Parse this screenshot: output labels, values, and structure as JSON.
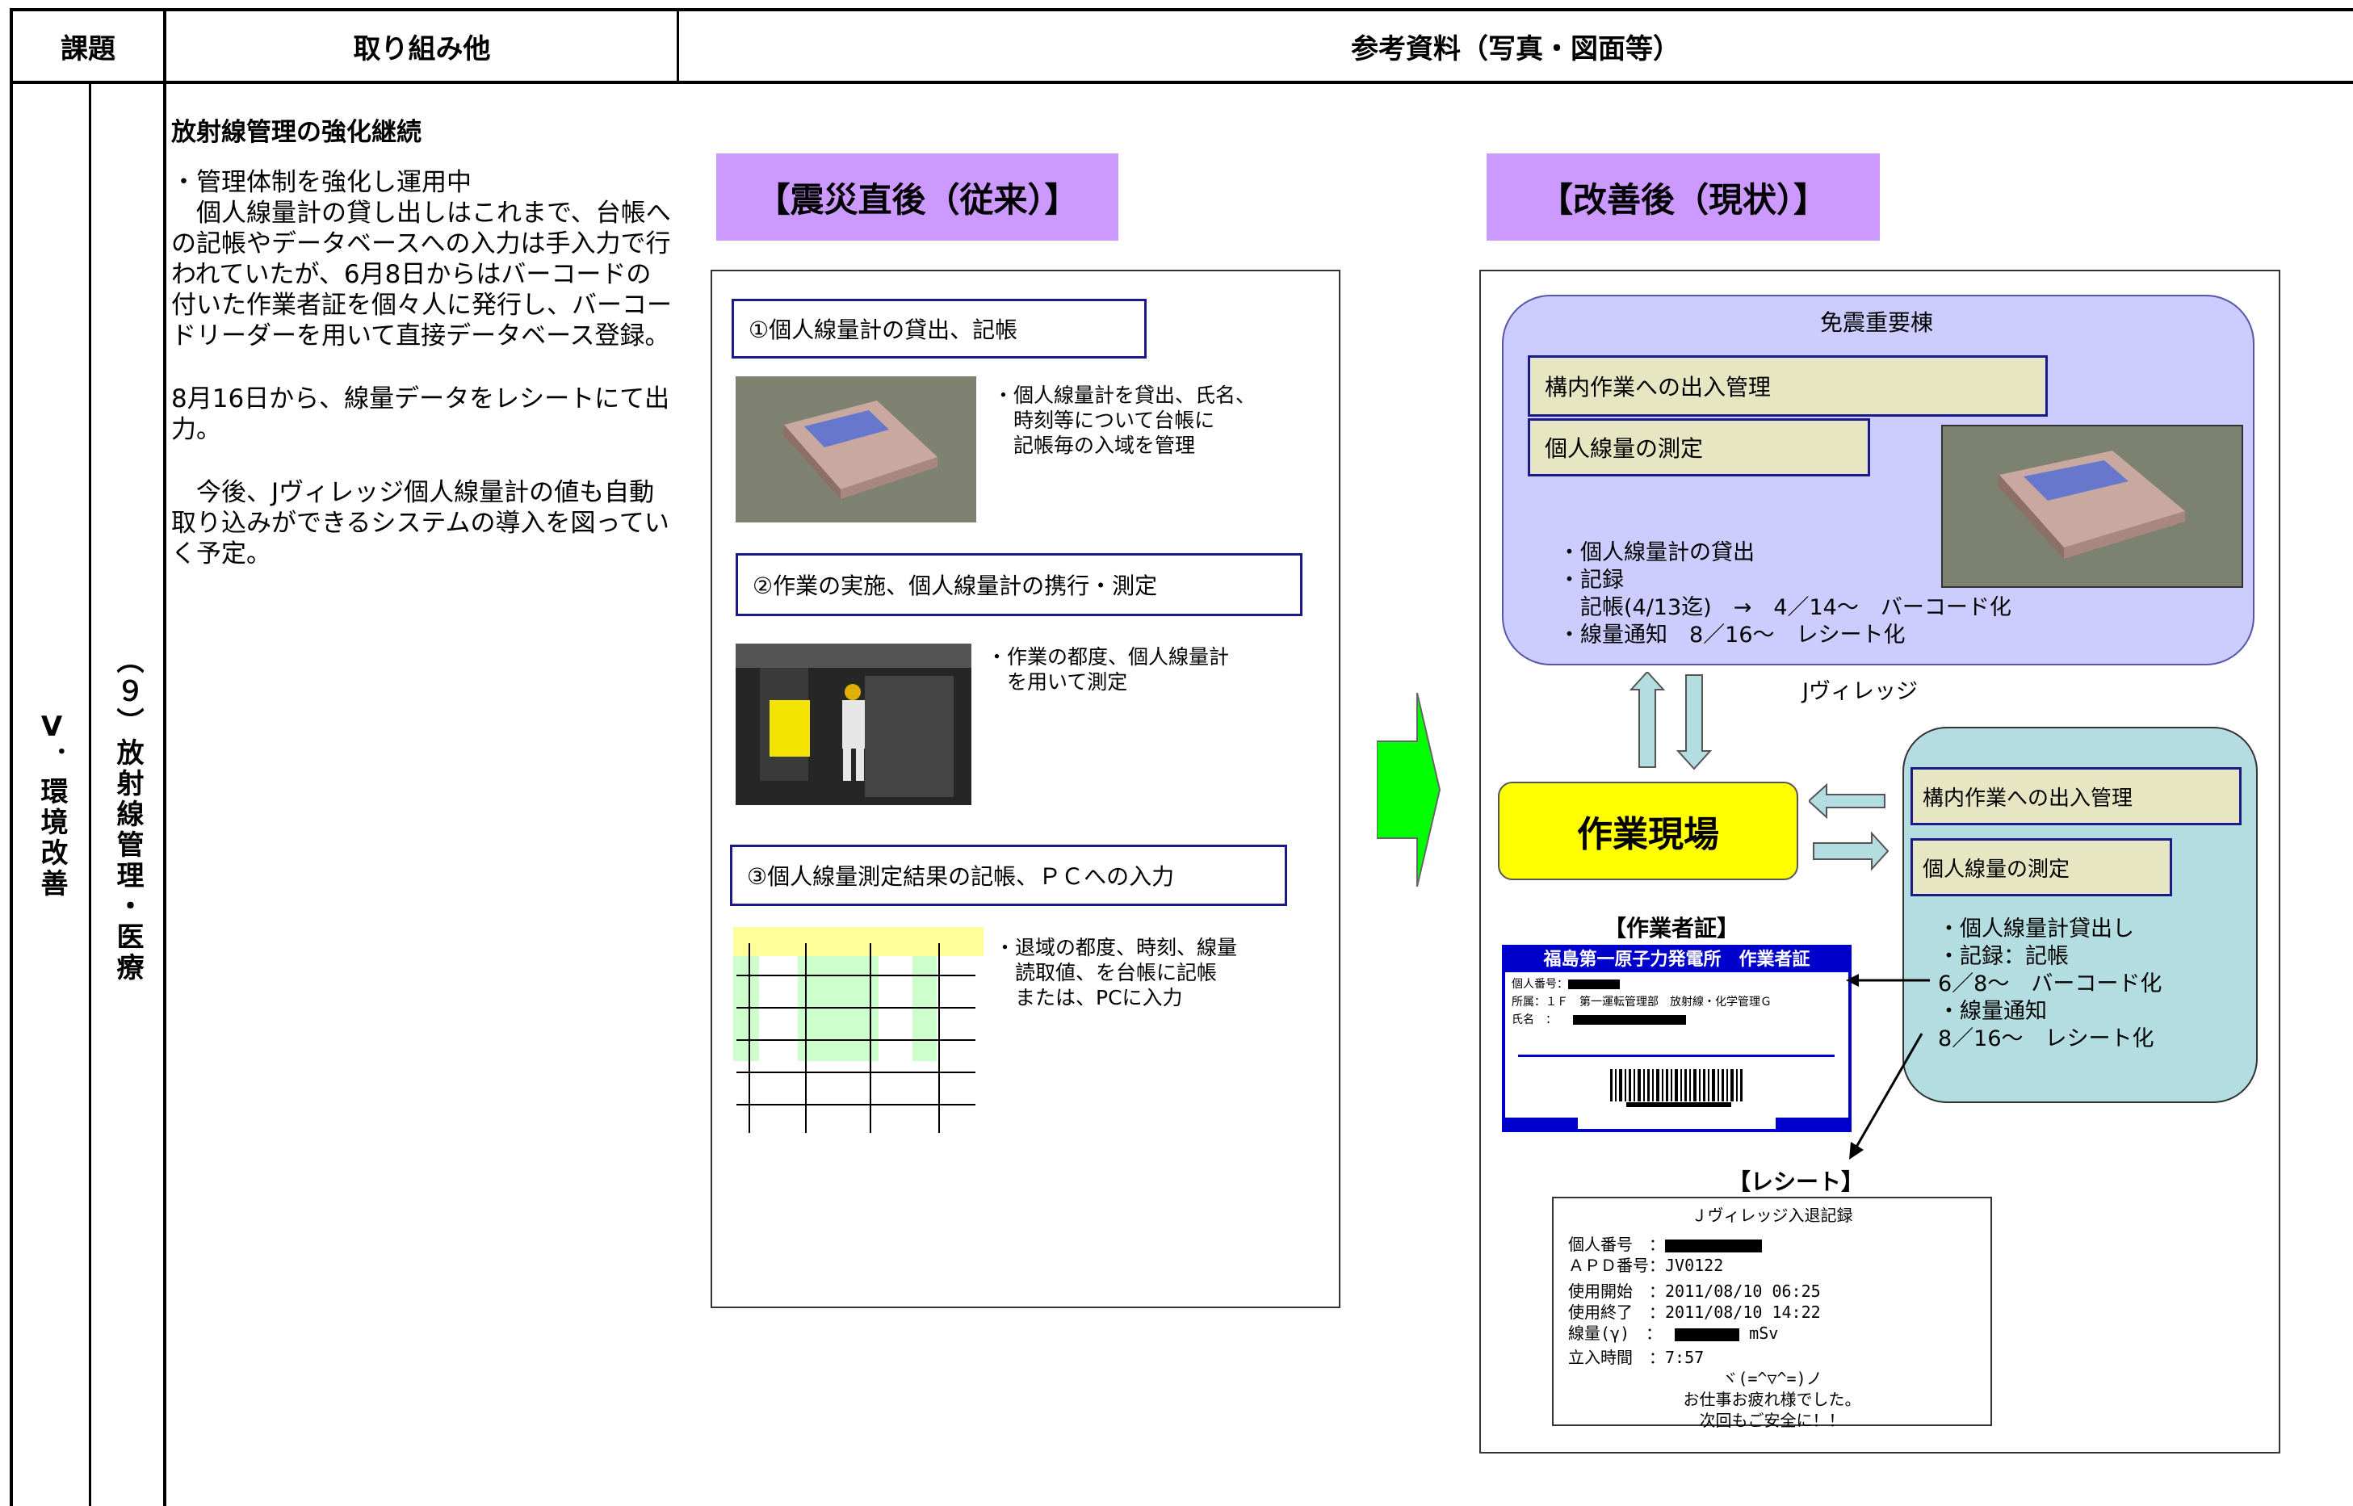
{
  "header": {
    "col1": "課題",
    "col2": "取り組み他",
    "col3": "参考資料（写真・図面等）"
  },
  "side": {
    "issue": "Ⅴ．環境改善",
    "sub": "（９）放射線管理・医療"
  },
  "left": {
    "title": "放射線管理の強化継続",
    "p1": "・管理体制を強化し運用中\n　個人線量計の貸し出しはこれまで、台帳への記帳やデータベースへの入力は手入力で行われていたが、6月8日からはバーコードの付いた作業者証を個々人に発行し、バーコードリーダーを用いて直接データベース登録。",
    "p2": "8月16日から、線量データをレシートにて出力。",
    "p3": "　今後、Jヴィレッジ個人線量計の値も自動取り込みができるシステムの導入を図っていく予定。"
  },
  "before": {
    "tag": "【震災直後（従来）】",
    "step1": "①個人線量計の貸出、記帳",
    "desc1": "・個人線量計を貸出、氏名、\n　時刻等について台帳に\n　記帳毎の入域を管理",
    "step2": "②作業の実施、個人線量計の携行・測定",
    "desc2": "・作業の都度、個人線量計\n　を用いて測定",
    "step3": "③個人線量測定結果の記帳、ＰＣへの入力",
    "desc3": "・退域の都度、時刻、線量\n　読取値、を台帳に記帳\n　または、PCに入力"
  },
  "after": {
    "tag": "【改善後（現状）】",
    "building_title": "免震重要棟",
    "box_access": "構内作業への出入管理",
    "box_measure": "個人線量の測定",
    "building_notes": "・個人線量計の貸出\n・記録\n　記帳(4/13迄)　→　4／14～　バーコード化\n・線量通知　8／16～　レシート化",
    "jvillage_label": "Jヴィレッジ",
    "worksite": "作業現場",
    "jv_access": "構内作業への出入管理",
    "jv_measure": "個人線量の測定",
    "jv_notes": "・個人線量計貸出し\n・記録：記帳\n6／8～　バーコード化\n・線量通知\n8／16～　レシート化",
    "card_title": "【作業者証】",
    "card_header": "福島第一原子力発電所　作業者証",
    "card_id_label": "個人番号：",
    "card_dept": "所属：１Ｆ　第一運転管理部　放射線・化学管理Ｇ",
    "card_name_label": "氏名　：",
    "receipt_title": "【レシート】",
    "receipt_head": "Ｊヴィレッジ入退記録",
    "r_id": "個人番号　：",
    "r_apd": "ＡＰＤ番号：JV0122",
    "r_start": "使用開始　：2011/08/10 06:25",
    "r_end": "使用終了　：2011/08/10 14:22",
    "r_dose_label": "線量(γ)　：",
    "r_dose_unit": "mSv",
    "r_time": "立入時間　：7:57",
    "r_face": "ヾ(=^▽^=)ノ",
    "r_thanks": "お仕事お疲れ様でした。",
    "r_safe": "次回もご安全に！！"
  },
  "colors": {
    "tag": "#cc99ff",
    "building": "#ccccff",
    "jvillage": "#b3dde0",
    "worksite": "#ffff00",
    "green_arrow": "#00ff00",
    "card_blue": "#0000cc"
  }
}
